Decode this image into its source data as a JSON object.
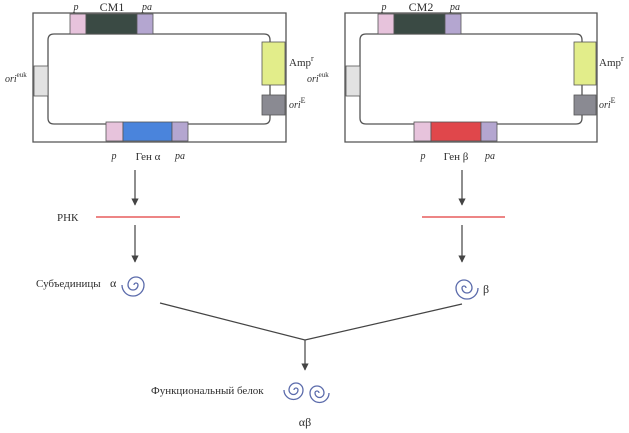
{
  "colors": {
    "frame": "#555555",
    "promoter": "#e7c3dc",
    "cmv": "#3a4a44",
    "polya": "#b4a6d0",
    "ampr": "#e2ed8a",
    "ori_euk": "#e2e2e2",
    "ori_e": "#8a8a92",
    "gene_alpha": "#4a84dc",
    "gene_beta": "#e0474b",
    "rna": "#e23c3c",
    "protein": "#5b6bab",
    "arrow": "#444444"
  },
  "icons": {
    "subunit": "spiral-icon",
    "protein": "double-spiral-icon"
  },
  "plasmid1": {
    "promoter_top": "p",
    "cmv": "CM1",
    "polya_top": "pa",
    "amp": "Amp",
    "amp_sup": "r",
    "ori_euk": "ori",
    "ori_euk_sup": "euk",
    "ori_e": "ori",
    "ori_e_sup": "E",
    "promoter_bottom": "p",
    "gene": "Ген α",
    "polya_bottom": "pa"
  },
  "plasmid2": {
    "promoter_top": "p",
    "cmv": "CM2",
    "polya_top": "pa",
    "amp": "Amp",
    "amp_sup": "r",
    "ori_euk": "ori",
    "ori_euk_sup": "euk",
    "ori_e": "ori",
    "ori_e_sup": "E",
    "promoter_bottom": "p",
    "gene": "Ген β",
    "polya_bottom": "pa"
  },
  "labels": {
    "rna": "РНК",
    "subunits": "Субъединицы",
    "alpha": "α",
    "beta": "β",
    "protein": "Функциональный белок",
    "alpha_beta": "αβ"
  }
}
